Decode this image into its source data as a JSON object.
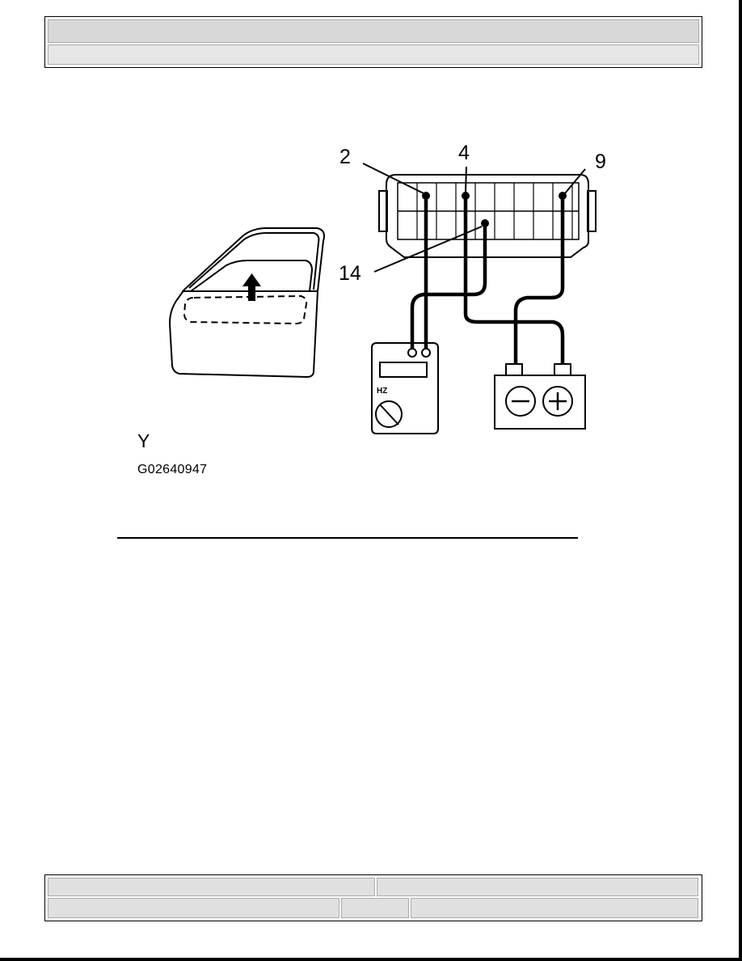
{
  "figure": {
    "pin_labels": {
      "pin2": "2",
      "pin4": "4",
      "pin9": "9",
      "pin14": "14"
    },
    "meter_label": "HZ",
    "battery_negative": "−",
    "battery_positive": "+",
    "caption_letter": "Y",
    "figure_id": "G02640947"
  }
}
